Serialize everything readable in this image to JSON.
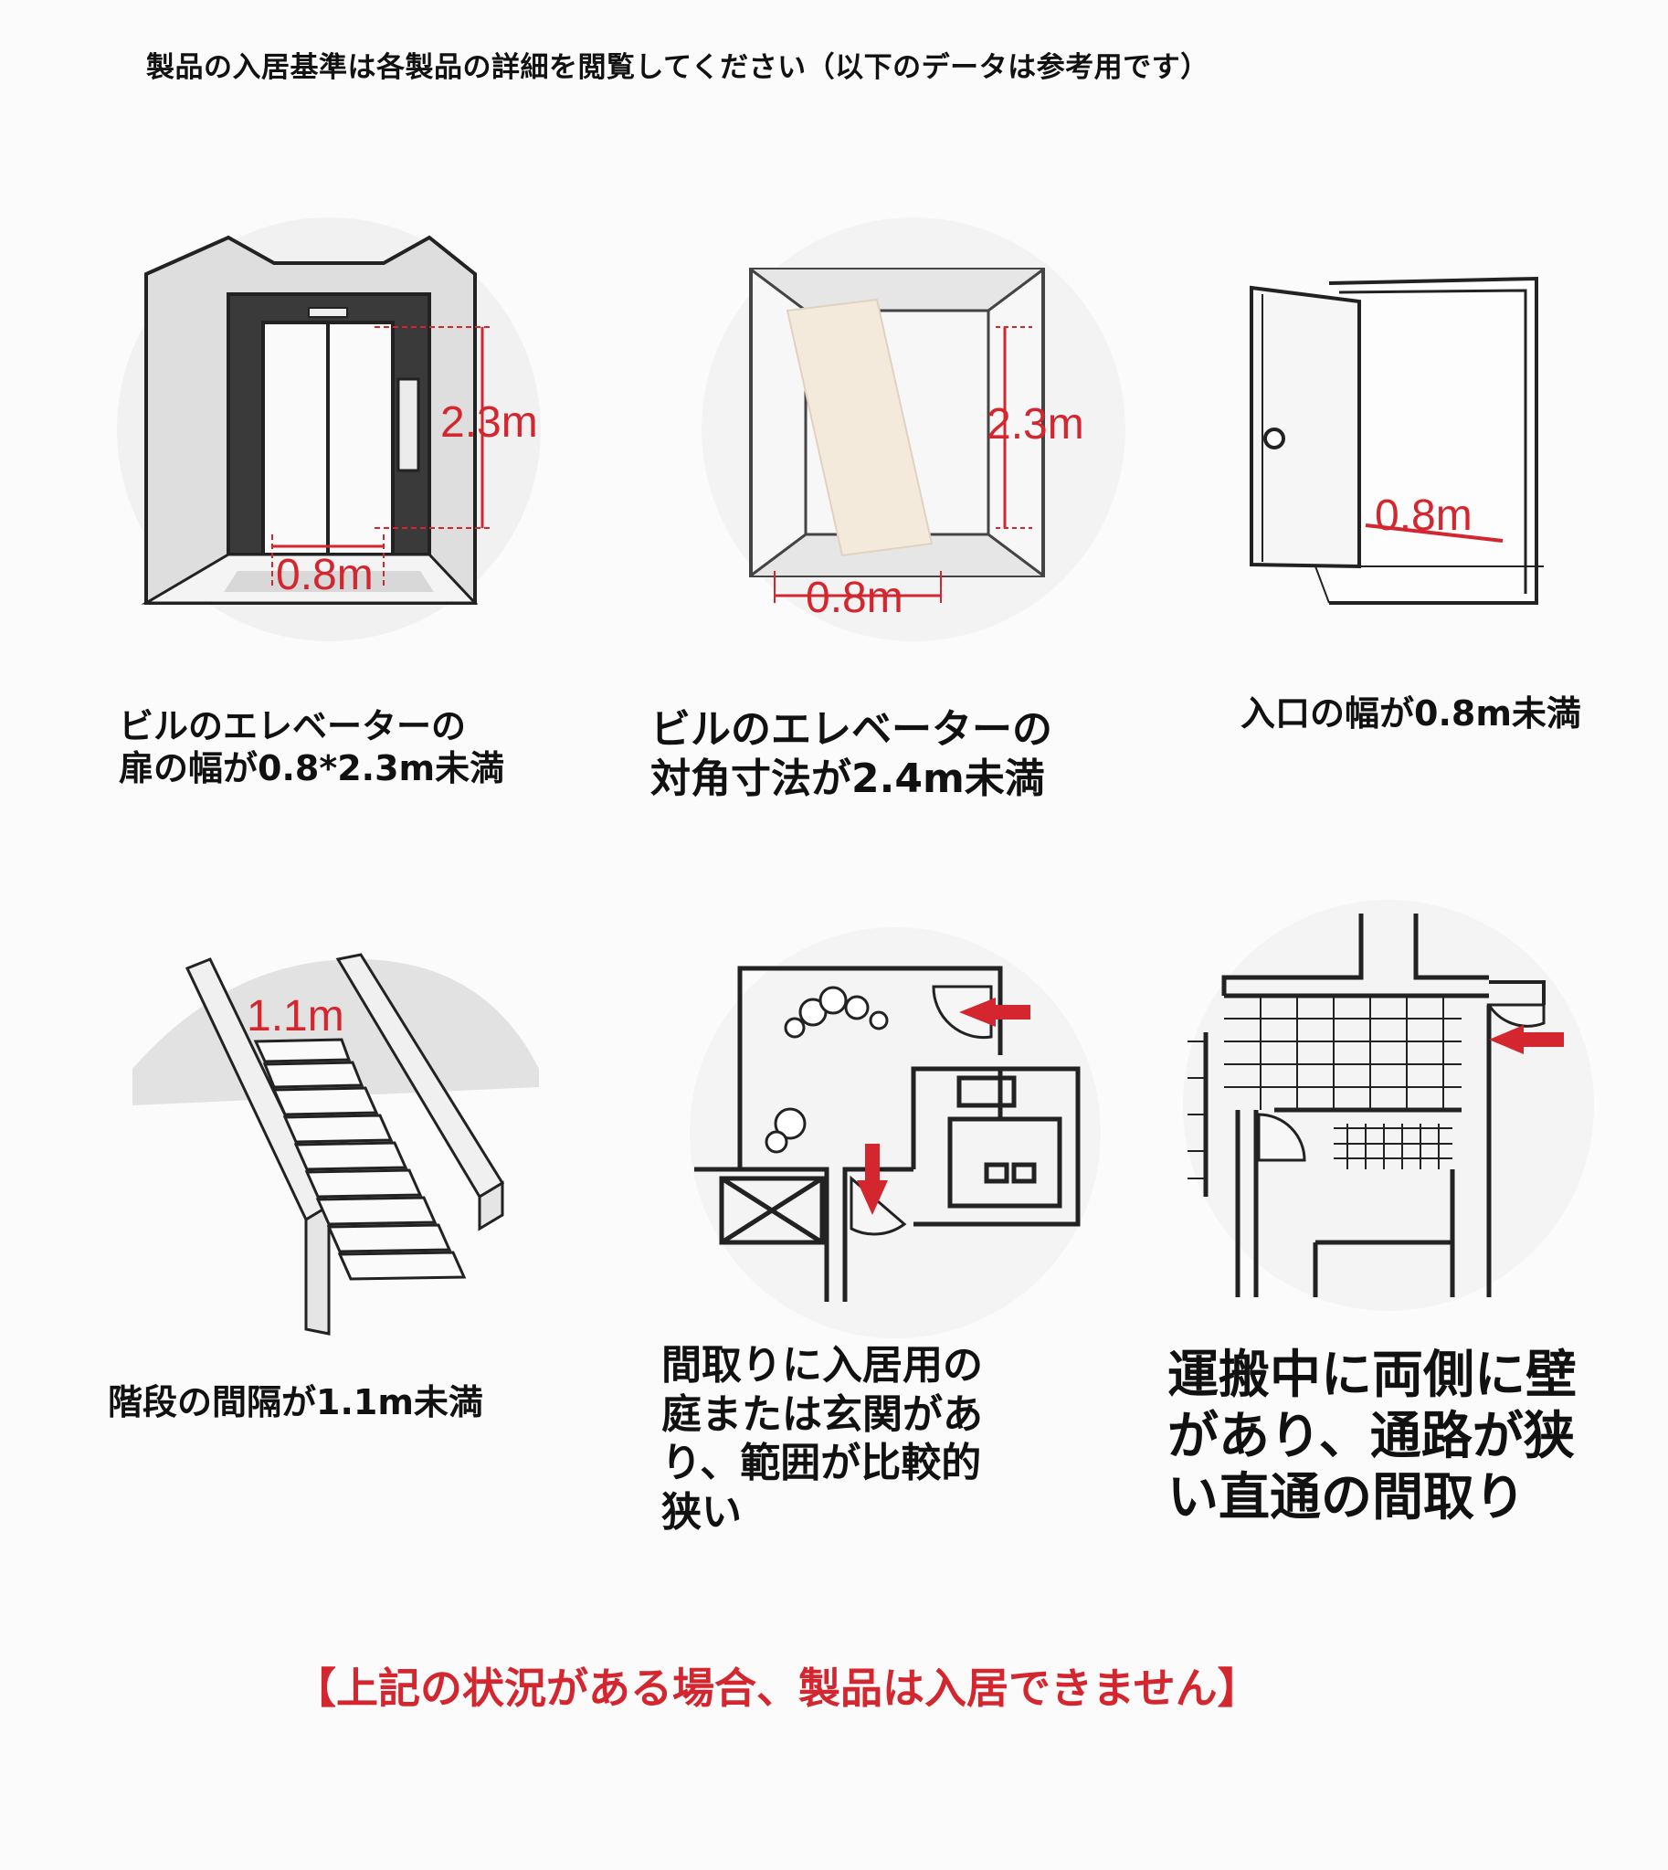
{
  "header": {
    "note": "製品の入居基準は各製品の詳細を閲覧してください（以下のデータは参考用です）"
  },
  "panels": [
    {
      "id": "elevator-door",
      "height_label": "2.3m",
      "width_label": "0.8m",
      "caption": "ビルのエレベーターの\n扉の幅が0.8*2.3m未満"
    },
    {
      "id": "elevator-diagonal",
      "height_label": "2.3m",
      "width_label": "0.8m",
      "caption": "ビルのエレベーターの\n対角寸法が2.4m未満"
    },
    {
      "id": "entrance",
      "width_label": "0.8m",
      "caption": "入口の幅が0.8m未満"
    },
    {
      "id": "stairs",
      "width_label": "1.1m",
      "caption": "階段の間隔が1.1m未満"
    },
    {
      "id": "courtyard-floorplan",
      "caption": "間取りに入居用の\n庭または玄関があ\nり、範囲が比較的\n狭い"
    },
    {
      "id": "corridor-floorplan",
      "caption": "運搬中に両側に壁\nがあり、通路が狭\nい直通の間取り"
    }
  ],
  "footer": {
    "warning": "【上記の状況がある場合、製品は入居できません】"
  },
  "colors": {
    "dimension_red": "#d3262f",
    "outline": "#222222",
    "wall_gray": "#dcdcdc",
    "board_beige": "#f4eadc"
  }
}
